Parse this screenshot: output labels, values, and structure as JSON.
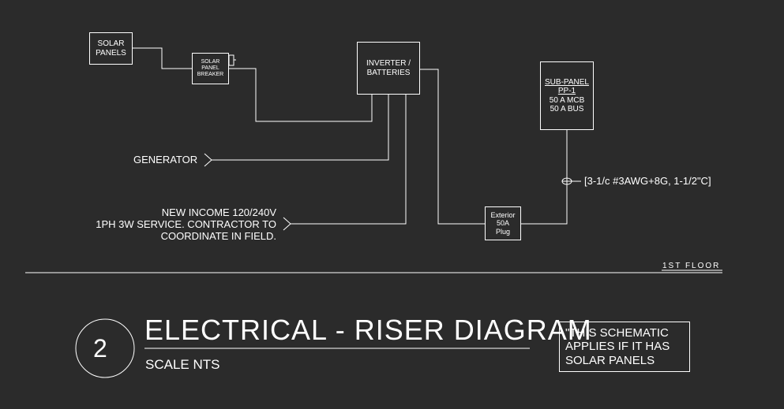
{
  "diagram": {
    "components": {
      "solar_panels": [
        "SOLAR",
        "PANELS"
      ],
      "solar_panel_breaker": [
        "SOLAR",
        "PANEL",
        "BREAKER"
      ],
      "inverter_batteries": [
        "INVERTER /",
        "BATTERIES"
      ],
      "sub_panel": [
        "SUB-PANEL",
        "PP-1",
        "50 A MCB",
        "50 A BUS"
      ],
      "exterior_plug": [
        "Exterior",
        "50A",
        "Plug"
      ]
    },
    "generator_label": "GENERATOR",
    "new_income_lines": [
      "NEW INCOME 120/240V",
      "1PH 3W SERVICE. CONTRACTOR TO",
      "COORDINATE IN FIELD."
    ],
    "conduit_label": "[3-1/c #3AWG+8G, 1-1/2\"C]",
    "floor_label": "1ST FLOOR"
  },
  "title_block": {
    "number": "2",
    "title": "ELECTRICAL - RISER DIAGRAM",
    "scale": "SCALE NTS",
    "note_lines": [
      "\"THIS SCHEMATIC",
      "APPLIES IF IT HAS",
      "SOLAR PANELS"
    ]
  },
  "colors": {
    "background": "#2b2b2b",
    "linework": "#ffffff"
  }
}
